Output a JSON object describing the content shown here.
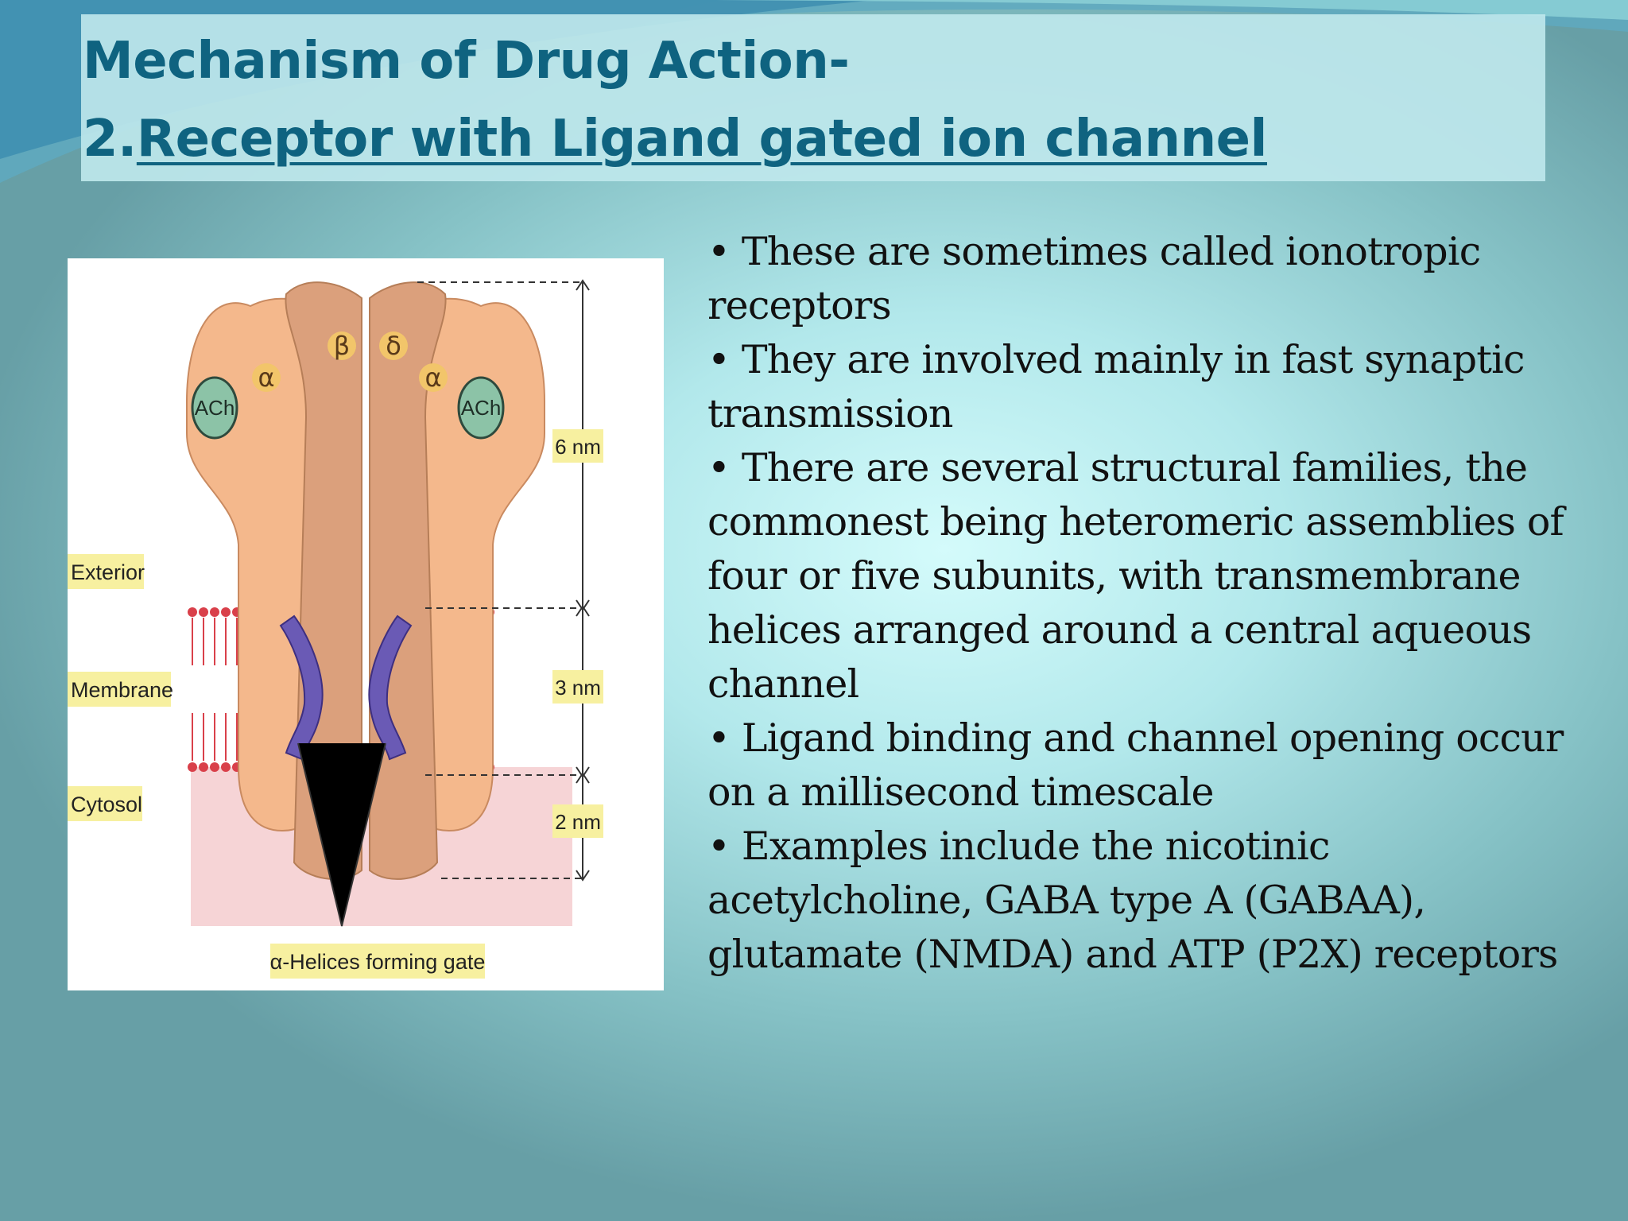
{
  "slide": {
    "title_line1": "Mechanism of Drug Action-",
    "title_number": "2.",
    "title_link": "Receptor with Ligand gated ion channel",
    "bullets": [
      "• These are sometimes called ionotropic receptors",
      "• They are involved mainly in fast synaptic transmission",
      " • There are several structural families, the commonest being heteromeric assemblies of four or five subunits, with transmembrane helices arranged around a central aqueous channel",
      " • Ligand binding and channel opening occur on a millisecond timescale",
      " • Examples include the nicotinic acetylcholine, GABA type A (GABAA), glutamate (NMDA) and ATP (P2X) receptors"
    ]
  },
  "figure": {
    "subunits": [
      "α",
      "β",
      "δ",
      "α"
    ],
    "ligand_left": "ACh",
    "ligand_right": "ACh",
    "region_labels": [
      "Exterior",
      "Membrane",
      "Cytosol"
    ],
    "dimensions": [
      "6 nm",
      "3 nm",
      "2 nm"
    ],
    "gate_label": "α-Helices forming gate"
  },
  "colors": {
    "title": "#0f6380",
    "protein": "#f4b88c",
    "protein_dark": "#d9a07a",
    "helix": "#6a5ab5",
    "ach": "#8cc3a7",
    "label_highlight": "#f7f0a0",
    "membrane_head": "#d9404a",
    "cytosol": "#f6d4d6"
  }
}
